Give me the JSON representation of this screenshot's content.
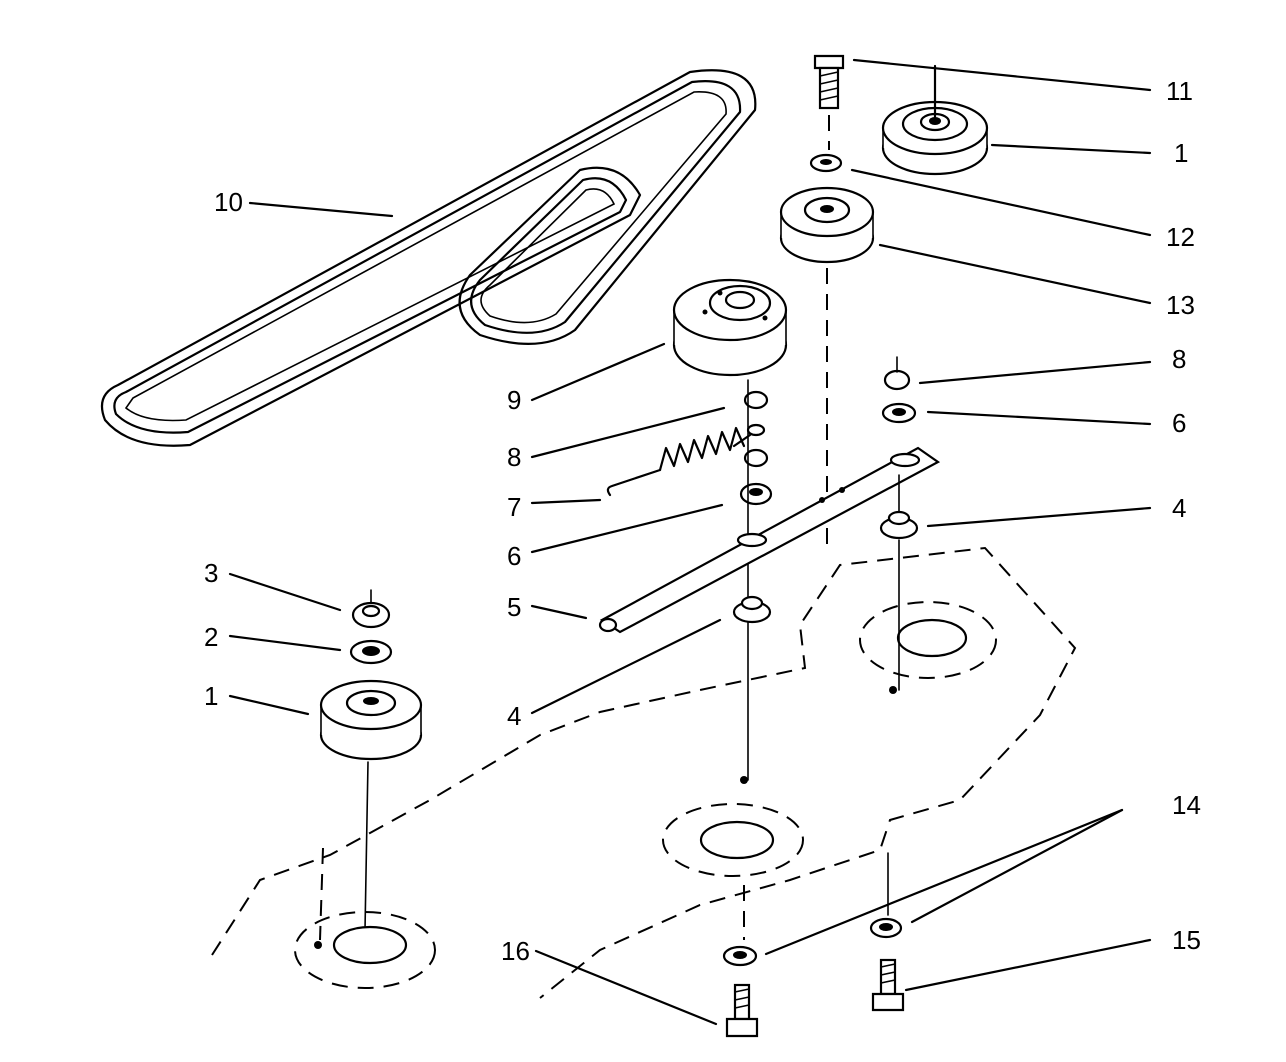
{
  "callouts": {
    "c1_top": "1",
    "c1_left": "1",
    "c2": "2",
    "c3": "3",
    "c4_right": "4",
    "c4_center": "4",
    "c5": "5",
    "c6_right": "6",
    "c6_center": "6",
    "c7": "7",
    "c8_right": "8",
    "c8_center": "8",
    "c9": "9",
    "c10": "10",
    "c11": "11",
    "c12": "12",
    "c13": "13",
    "c14": "14",
    "c15": "15",
    "c16": "16"
  }
}
